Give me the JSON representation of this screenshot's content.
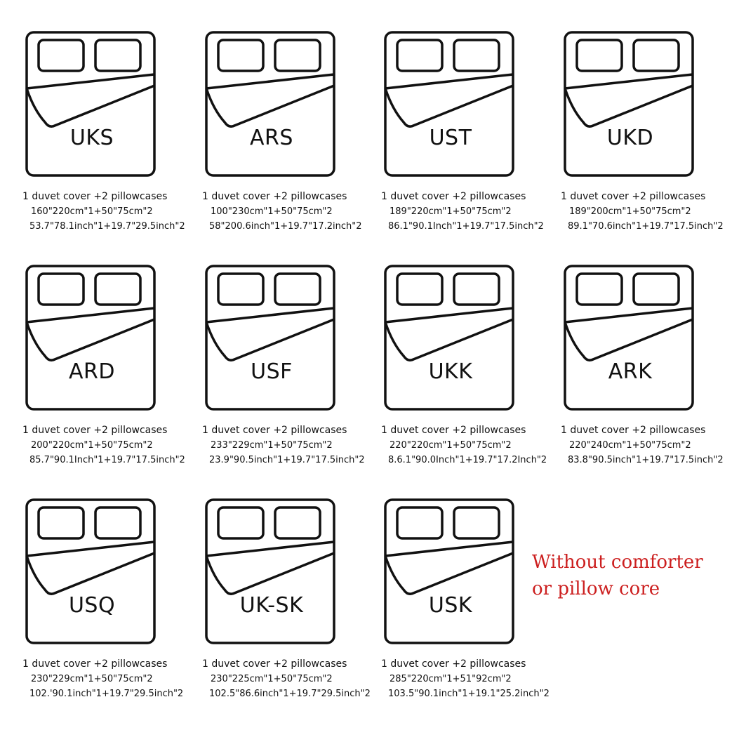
{
  "items": [
    {
      "code": "UKS",
      "desc": "1 duvet cover +2 pillowcases",
      "cm": "160\"220cm\"1+50\"75cm\"2",
      "inch": "53.7\"78.1inch\"1+19.7\"29.5inch\"2"
    },
    {
      "code": "ARS",
      "desc": "1 duvet cover +2 pillowcases",
      "cm": "100\"230cm\"1+50\"75cm\"2",
      "inch": "58\"200.6inch\"1+19.7\"17.2inch\"2"
    },
    {
      "code": "UST",
      "desc": "1 duvet cover +2 pillowcases",
      "cm": "189\"220cm\"1+50\"75cm\"2",
      "inch": "86.1\"90.1Inch\"1+19.7\"17.5inch\"2"
    },
    {
      "code": "UKD",
      "desc": "1 duvet cover +2 pillowcases",
      "cm": "189\"200cm\"1+50\"75cm\"2",
      "inch": "89.1\"70.6inch\"1+19.7\"17.5inch\"2"
    },
    {
      "code": "ARD",
      "desc": "1 duvet cover +2 pillowcases",
      "cm": "200\"220cm\"1+50\"75cm\"2",
      "inch": "85.7\"90.1Inch\"1+19.7\"17.5inch\"2"
    },
    {
      "code": "USF",
      "desc": "1 duvet cover +2 pillowcases",
      "cm": "233\"229cm\"1+50\"75cm\"2",
      "inch": "23.9\"90.5inch\"1+19.7\"17.5inch\"2"
    },
    {
      "code": "UKK",
      "desc": "1 duvet cover +2 pillowcases",
      "cm": "220\"220cm\"1+50\"75cm\"2",
      "inch": "8.6.1\"90.0Inch\"1+19.7\"17.2Inch\"2"
    },
    {
      "code": "ARK",
      "desc": "1 duvet cover +2 pillowcases",
      "cm": "220\"240cm\"1+50\"75cm\"2",
      "inch": "83.8\"90.5inch\"1+19.7\"17.5inch\"2"
    },
    {
      "code": "USQ",
      "desc": "1 duvet cover +2 pillowcases",
      "cm": "230\"229cm\"1+50\"75cm\"2",
      "inch": "102.'90.1inch\"1+19.7\"29.5inch\"2"
    },
    {
      "code": "UK-SK",
      "desc": "1 duvet cover +2 pillowcases",
      "cm": "230\"225cm\"1+50\"75cm\"2",
      "inch": "102.5\"86.6inch\"1+19.7\"29.5inch\"2"
    },
    {
      "code": "USK",
      "desc": "1 duvet cover +2 pillowcases",
      "cm": "285\"220cm\"1+51\"92cm\"2",
      "inch": "103.5\"90.1inch\"1+19.1\"25.2inch\"2"
    }
  ],
  "note": {
    "line1": "Without comforter",
    "line2": "or pillow core"
  }
}
